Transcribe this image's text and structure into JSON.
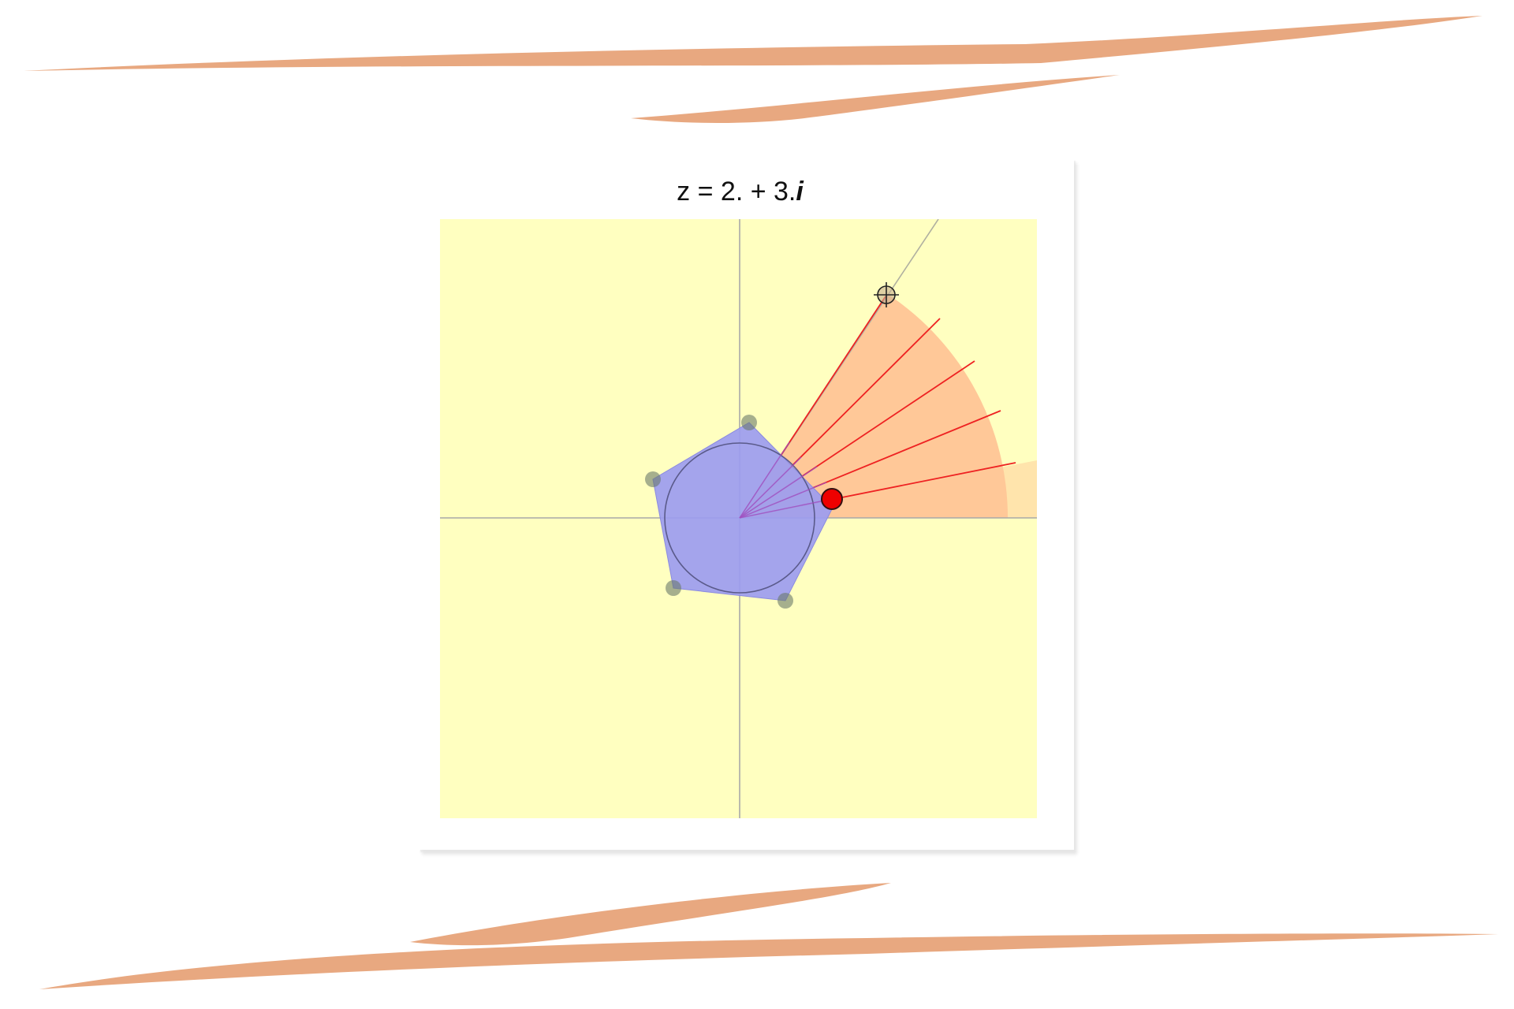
{
  "title": {
    "prefix": "z = 2. + 3.",
    "imaginary_unit": "i"
  },
  "colors": {
    "brush_stroke": "#e8a880",
    "plot_background": "#ffffc0",
    "sector_fill": "#ffc898",
    "polygon_fill": "#9c9cf0",
    "ray_color": "#ee2222",
    "point_fill": "#ee0000",
    "vertex_dot": "#6a7a6a",
    "axis_color": "#a8a8a8"
  },
  "diagram": {
    "z": {
      "re": 2.0,
      "im": 3.0
    },
    "power_root_count": 5,
    "polygon_vertex_count": 5,
    "icons": [
      "crosshair-target-icon",
      "red-handle-point-icon"
    ]
  }
}
